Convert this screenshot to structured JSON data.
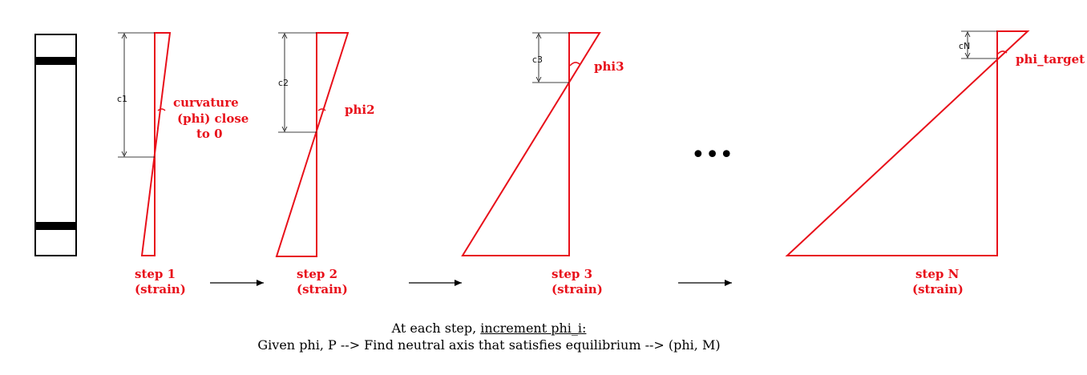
{
  "cross_section": {
    "description_icon": "column-section"
  },
  "steps": [
    {
      "label": "step 1",
      "sub": "(strain)",
      "dim_label": "c1",
      "angle_label_lines": [
        "curvature",
        "(phi) close",
        "to 0"
      ]
    },
    {
      "label": "step 2",
      "sub": "(strain)",
      "dim_label": "c2",
      "angle_label_lines": [
        "phi2"
      ]
    },
    {
      "label": "step 3",
      "sub": "(strain)",
      "dim_label": "c3",
      "angle_label_lines": [
        "phi3"
      ]
    },
    {
      "label": "step N",
      "sub": "(strain)",
      "dim_label": "cN",
      "angle_label_lines": [
        "phi_target"
      ]
    }
  ],
  "ellipsis": "•••",
  "caption": {
    "line1_prefix": "At each step, ",
    "line1_underlined": "increment phi_i:",
    "line2": "Given phi, P --> Find neutral axis that satisfies equilibrium --> (phi, M)"
  },
  "colors": {
    "strain": "#e8101a",
    "structure": "#000000"
  }
}
